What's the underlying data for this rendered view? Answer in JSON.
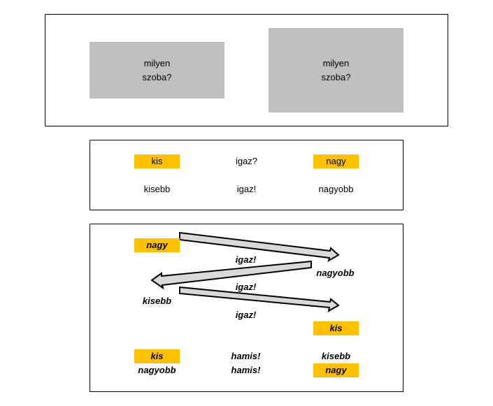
{
  "panel1": {
    "room_left": {
      "line1": "milyen",
      "line2": "szoba?"
    },
    "room_right": {
      "line1": "milyen",
      "line2": "szoba?"
    }
  },
  "panel2": {
    "row1": {
      "left": "kis",
      "middle": "igaz?",
      "right": "nagy"
    },
    "row2": {
      "left": "kisebb",
      "middle": "igaz!",
      "right": "nagyobb"
    }
  },
  "panel3": {
    "start": "nagy",
    "step1_check": "igaz!",
    "step1_result": "nagyobb",
    "step2_check": "igaz!",
    "step2_result": "kisebb",
    "step3_check": "igaz!",
    "step3_result": "kis",
    "bottom": {
      "row1": {
        "left": "kis",
        "middle": "hamis!",
        "right": "kisebb"
      },
      "row2": {
        "left": "nagyobb",
        "middle": "hamis!",
        "right": "nagy"
      }
    }
  },
  "colors": {
    "highlight": "#ffc000",
    "room": "#bfbfbf",
    "arrow_fill": "#d9d9d9"
  }
}
